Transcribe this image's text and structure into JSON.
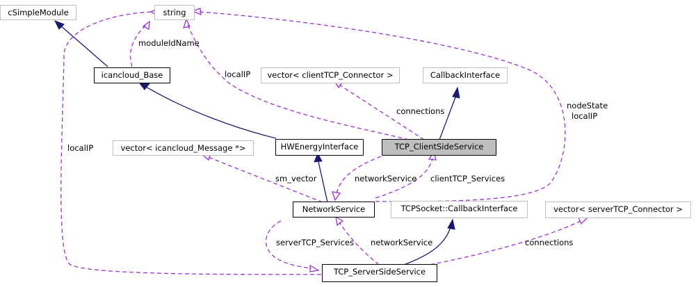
{
  "nodes": {
    "csimplemodule": "cSimpleModule",
    "string": "string",
    "icancloud_base": "icancloud_Base",
    "vector_client": "vector< clientTCP_Connector >",
    "callback_interface": "CallbackInterface",
    "hwenergy": "HWEnergyInterface",
    "tcp_client": "TCP_ClientSideService",
    "vector_msg": "vector< icancloud_Message *>",
    "network_service": "NetworkService",
    "tcpsocket_cb": "TCPSocket::CallbackInterface",
    "vector_server": "vector< serverTCP_Connector >",
    "tcp_server": "TCP_ServerSideService"
  },
  "edge_labels": {
    "moduleIdName": "moduleIdName",
    "localIP_client": "localIP",
    "connections_client": "connections",
    "nodeState": "nodeState",
    "localIP_network": "localIP",
    "localIP_server": "localIP",
    "sm_vector": "sm_vector",
    "networkService_client": "networkService",
    "clientTCP_Services": "clientTCP_Services",
    "serverTCP_Services": "serverTCP_Services",
    "networkService_server": "networkService",
    "connections_server": "connections"
  },
  "colors": {
    "inheritance": "#191970",
    "usage": "#9a32cd",
    "selected_fill": "#bfbfbf",
    "external_border": "#bfbfbf"
  }
}
